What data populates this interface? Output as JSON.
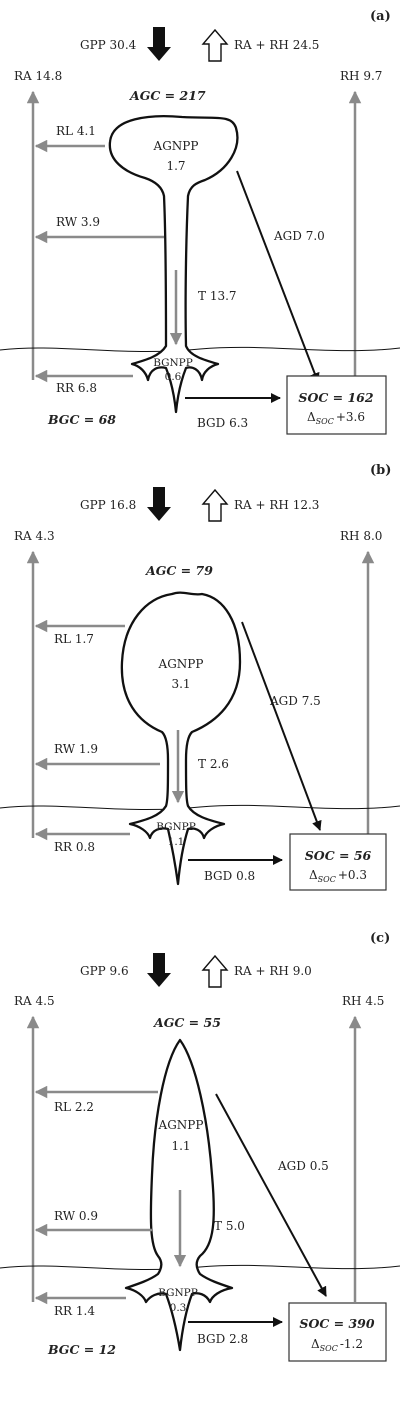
{
  "panels": [
    {
      "id": "a",
      "panel_label": "(a)",
      "gpp": "GPP 30.4",
      "ra_rh": "RA + RH 24.5",
      "ra": "RA 14.8",
      "rh": "RH 9.7",
      "agc": "AGC = 217",
      "rl": "RL 4.1",
      "rw": "RW 3.9",
      "rr": "RR 6.8",
      "agnpp_label": "AGNPP",
      "agnpp_value": "1.7",
      "agd": "AGD 7.0",
      "t": "T 13.7",
      "bgnpp_label": "BGNPP",
      "bgnpp_value": "0.6",
      "bgc": "BGC = 68",
      "bgd": "BGD 6.3",
      "soc": "SOC = 162",
      "dsoc_value": "+3.6"
    },
    {
      "id": "b",
      "panel_label": "(b)",
      "gpp": "GPP 16.8",
      "ra_rh": "RA + RH 12.3",
      "ra": "RA 4.3",
      "rh": "RH 8.0",
      "agc": "AGC = 79",
      "rl": "RL 1.7",
      "rw": "RW 1.9",
      "rr": "RR 0.8",
      "agnpp_label": "AGNPP",
      "agnpp_value": "3.1",
      "agd": "AGD 7.5",
      "t": "T 2.6",
      "bgnpp_label": "BGNPP",
      "bgnpp_value": "1.1",
      "bgc": "",
      "bgd": "BGD 0.8",
      "soc": "SOC = 56",
      "dsoc_value": "+0.3"
    },
    {
      "id": "c",
      "panel_label": "(c)",
      "gpp": "GPP 9.6",
      "ra_rh": "RA + RH 9.0",
      "ra": "RA 4.5",
      "rh": "RH 4.5",
      "agc": "AGC = 55",
      "rl": "RL 2.2",
      "rw": "RW 0.9",
      "rr": "RR 1.4",
      "agnpp_label": "AGNPP",
      "agnpp_value": "1.1",
      "agd": "AGD 0.5",
      "t": "T 5.0",
      "bgnpp_label": "BGNPP",
      "bgnpp_value": "0.3",
      "bgc": "BGC = 12",
      "bgd": "BGD 2.8",
      "soc": "SOC = 390",
      "dsoc_value": "-1.2"
    }
  ],
  "delta_symbol": "Δ",
  "delta_subscript": "SOC",
  "colors": {
    "flux_gray": "#8a8a8a",
    "flux_black": "#111111"
  }
}
